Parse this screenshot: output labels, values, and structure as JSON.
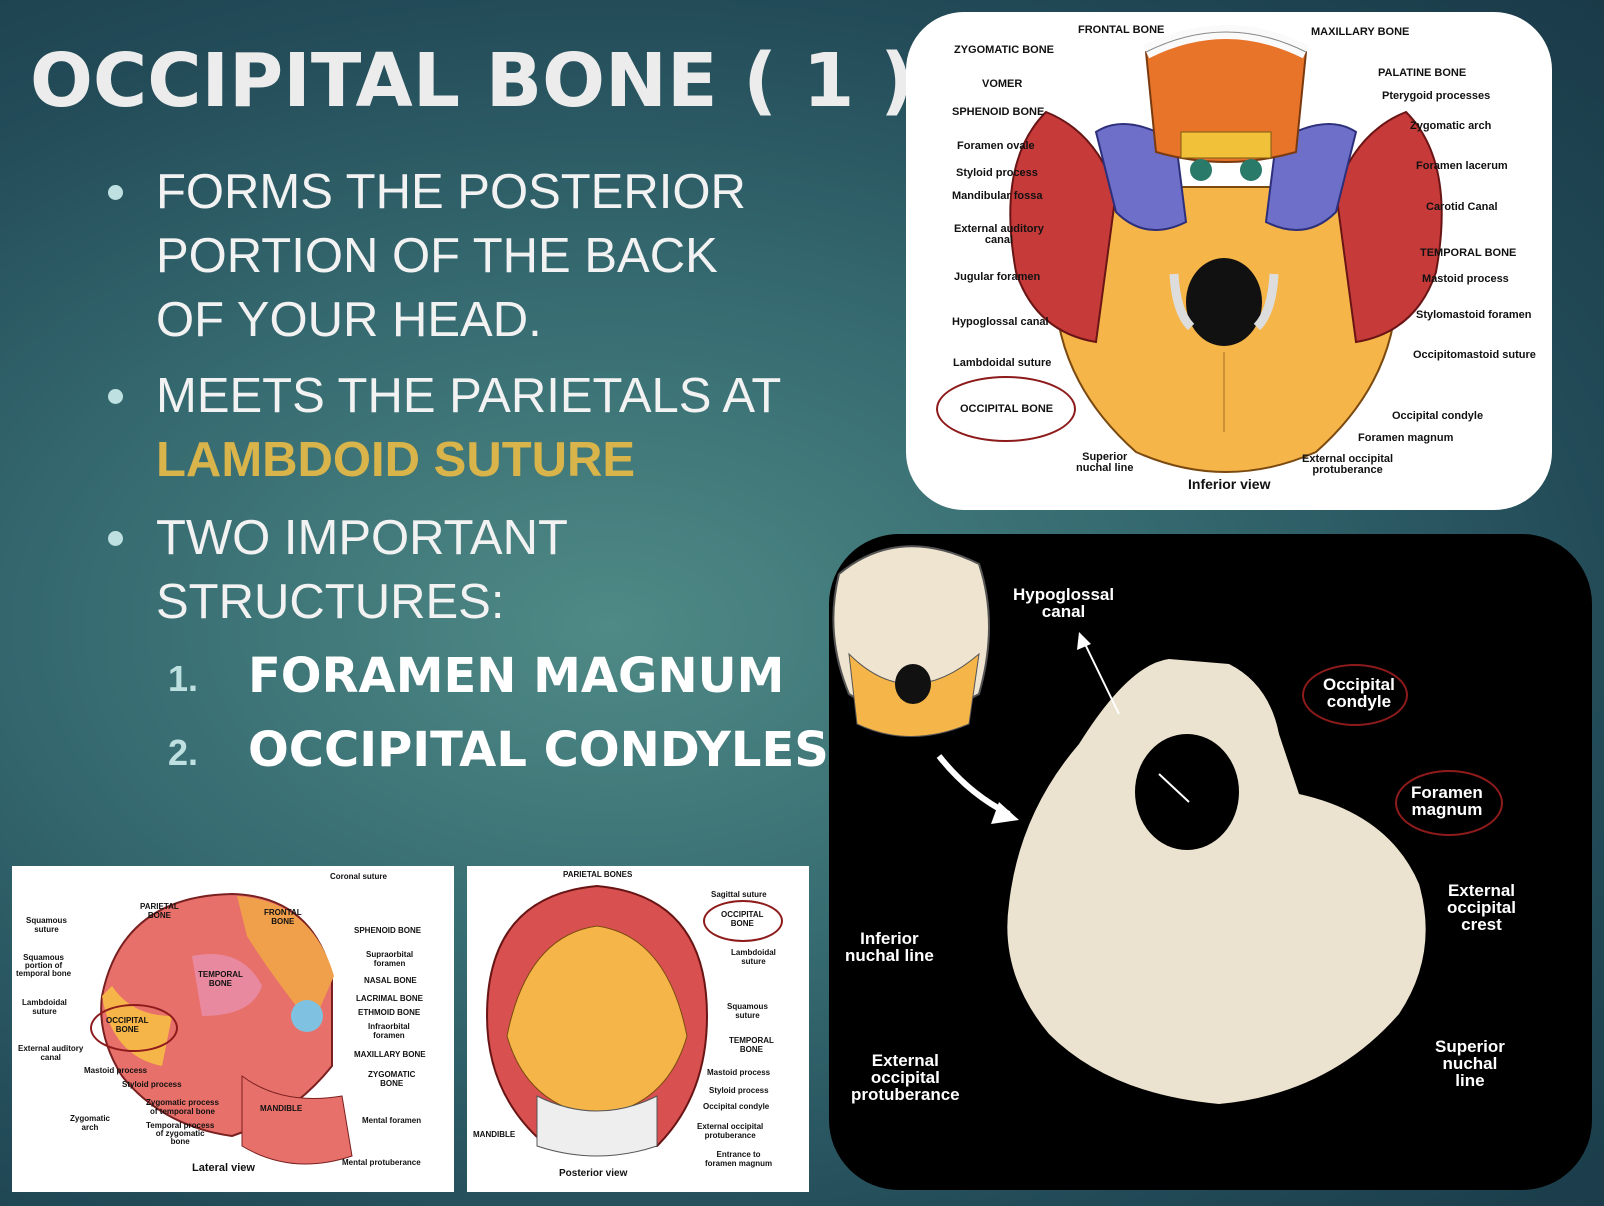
{
  "slide": {
    "title": "OCCIPITAL BONE ( 1 )",
    "bullets": {
      "b1": "FORMS THE POSTERIOR PORTION OF THE BACK OF YOUR HEAD.",
      "b2_pre": "MEETS THE PARIETALS AT",
      "b2_highlight": "LAMBDOID SUTURE",
      "b3": "TWO IMPORTANT STRUCTURES:"
    },
    "numbered": [
      {
        "num": "1.",
        "text": "FORAMEN MAGNUM"
      },
      {
        "num": "2.",
        "text": "OCCIPITAL CONDYLES"
      }
    ]
  },
  "inferior_view": {
    "caption": "Inferior view",
    "labels": {
      "frontal_bone": "FRONTAL BONE",
      "maxillary_bone": "MAXILLARY BONE",
      "zygomatic_bone": "ZYGOMATIC BONE",
      "palatine_bone": "PALATINE BONE",
      "vomer": "VOMER",
      "pterygoid": "Pterygoid processes",
      "sphenoid": "SPHENOID BONE",
      "zygomatic_arch": "Zygomatic arch",
      "foramen_ovale": "Foramen ovale",
      "foramen_lacerum": "Foramen lacerum",
      "styloid": "Styloid process",
      "mandibular_fossa": "Mandibular fossa",
      "carotid": "Carotid Canal",
      "ext_auditory": "External auditory\ncanal",
      "temporal_bone": "TEMPORAL BONE",
      "mastoid": "Mastoid process",
      "jugular": "Jugular foramen",
      "stylomastoid": "Stylomastoid foramen",
      "hypoglossal": "Hypoglossal canal",
      "occipitomastoid": "Occipitomastoid suture",
      "lambdoidal": "Lambdoidal suture",
      "occipital_bone": "OCCIPITAL BONE",
      "occipital_condyle": "Occipital condyle",
      "foramen_magnum": "Foramen magnum",
      "superior_nuchal": "Superior\nnuchal line",
      "ext_occ_prot": "External occipital\nprotuberance"
    }
  },
  "occipital_photo": {
    "labels": {
      "hypoglossal": "Hypoglossal\ncanal",
      "occipital_condyle": "Occipital\ncondyle",
      "foramen_magnum": "Foramen\nmagnum",
      "ext_occ_crest": "External\noccipital\ncrest",
      "inferior_nuchal": "Inferior\nnuchal line",
      "ext_occ_prot": "External\noccipital\nprotuberance",
      "superior_nuchal": "Superior\nnuchal\nline"
    }
  },
  "lateral_view": {
    "caption": "Lateral view",
    "labels": {
      "coronal": "Coronal suture",
      "parietal": "PARIETAL\nBONE",
      "frontal": "FRONTAL\nBONE",
      "squamous_suture": "Squamous\nsuture",
      "sphenoid": "SPHENOID BONE",
      "squamous_portion": "Squamous\nportion of\ntemporal bone",
      "supraorbital": "Supraorbital\nforamen",
      "temporal": "TEMPORAL\nBONE",
      "nasal": "NASAL BONE",
      "lambdoidal": "Lambdoidal\nsuture",
      "lacrimal": "LACRIMAL BONE",
      "ethmoid": "ETHMOID BONE",
      "occipital": "OCCIPITAL\nBONE",
      "infraorbital": "Infraorbital\nforamen",
      "ext_auditory": "External auditory\ncanal",
      "maxillary": "MAXILLARY BONE",
      "mastoid": "Mastoid process",
      "zygomatic_bone": "ZYGOMATIC\nBONE",
      "styloid": "Styloid process",
      "zyg_process": "Zygomatic process\nof temporal bone",
      "zyg_arch": "Zygomatic\narch",
      "temporal_process": "Temporal process\nof zygomatic\nbone",
      "mandible": "MANDIBLE",
      "mental_foramen": "Mental foramen",
      "mental_prot": "Mental protuberance"
    }
  },
  "posterior_view": {
    "caption": "Posterior view",
    "labels": {
      "parietal": "PARIETAL BONES",
      "sagittal": "Sagittal suture",
      "occipital": "OCCIPITAL\nBONE",
      "lambdoidal": "Lambdoidal\nsuture",
      "squamous": "Squamous\nsuture",
      "temporal": "TEMPORAL\nBONE",
      "mastoid": "Mastoid process",
      "styloid": "Styloid process",
      "condyle": "Occipital condyle",
      "ext_occ": "External occipital\nprotuberance",
      "mandible": "MANDIBLE",
      "entrance": "Entrance to\nforamen magnum"
    }
  },
  "colors": {
    "title": "#ececec",
    "highlight": "#d8b44b",
    "bullet_dot": "#bfe0e0",
    "circle": "#8e1b1b",
    "occipital_fill": "#f5b54a",
    "temporal_fill": "#c63a3a",
    "sphenoid_fill": "#6d6fc9",
    "maxilla_fill": "#e8742a"
  }
}
